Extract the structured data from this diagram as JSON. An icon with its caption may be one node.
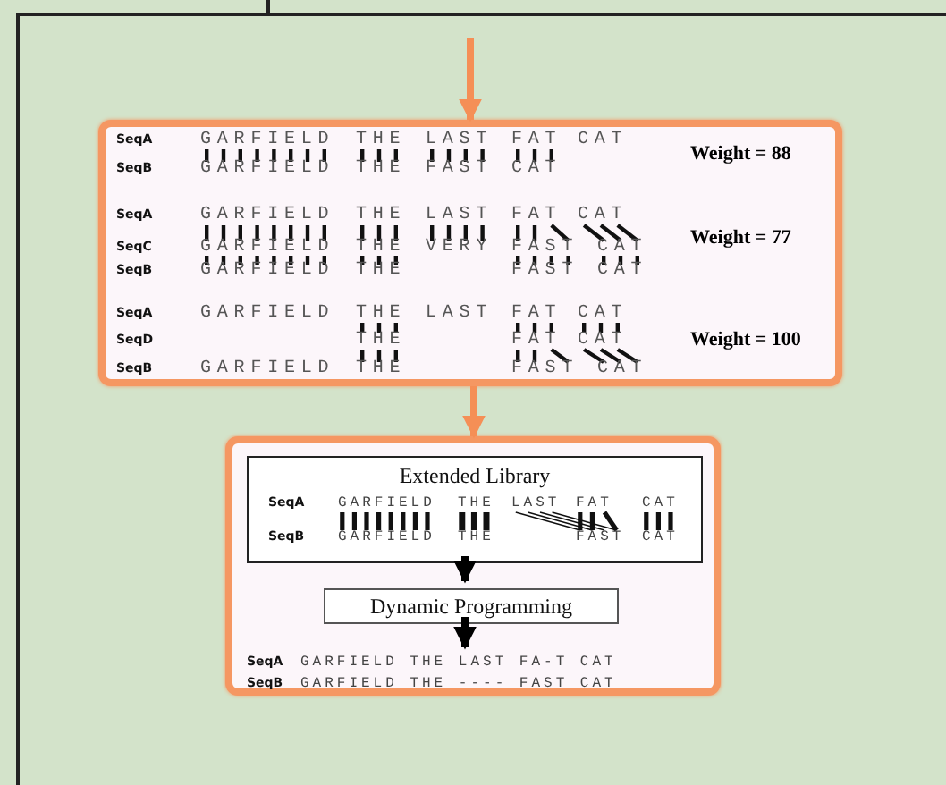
{
  "diagram": {
    "nodes": [
      {
        "text": [
          "SeqA",
          "GARFIELD",
          "THE",
          "LAST",
          "FAT",
          "CAT",
          "Weight = 88",
          "SeqB",
          "GARFIELD",
          "THE",
          "FAST",
          "CAT",
          "SeqA",
          "GARFIELD",
          "THE",
          "LAST",
          "FAT",
          "CAT",
          "SeqC",
          "GARFIELD",
          "THE",
          "VERY",
          "FAST",
          "CAT",
          "Weight = 77",
          "SeqB",
          "GARFIELD",
          "THE",
          "FAST",
          "CAT",
          "SeqA",
          "GARFIELD",
          "THE",
          "LAST",
          "FAT",
          "CAT",
          "SeqD",
          "THE",
          "FAT",
          "CAT",
          "Weight = 100",
          "SeqB",
          "GARFIELD",
          "THE",
          "FAST",
          "CAT"
        ]
      },
      {
        "text": [],
        "shape": "box"
      },
      {
        "text": [
          "Extended Library",
          "SeqA",
          "GARFIELD",
          "THE",
          "LAST",
          "FAT",
          "CAT",
          "SeqB",
          "GARFIELD",
          "THE",
          "FAST",
          "CAT"
        ],
        "in": 1
      },
      {
        "text": [
          "Dynamic Programming"
        ],
        "in": 1
      },
      {
        "text": [
          "SeqA",
          "GARFIELD THE LAST FA-T CAT",
          "SeqB",
          "GARFIELD THE ---- FAST CAT"
        ],
        "in": 1
      }
    ],
    "edges": [
      {
        "from": null,
        "to": 0,
        "arrow": "to"
      },
      {
        "from": 0,
        "to": 1,
        "arrow": "to"
      },
      {
        "from": 2,
        "to": 3,
        "arrow": "to",
        "color": "#000000"
      },
      {
        "from": 3,
        "to": 4,
        "arrow": "to",
        "color": "#000000"
      }
    ]
  }
}
